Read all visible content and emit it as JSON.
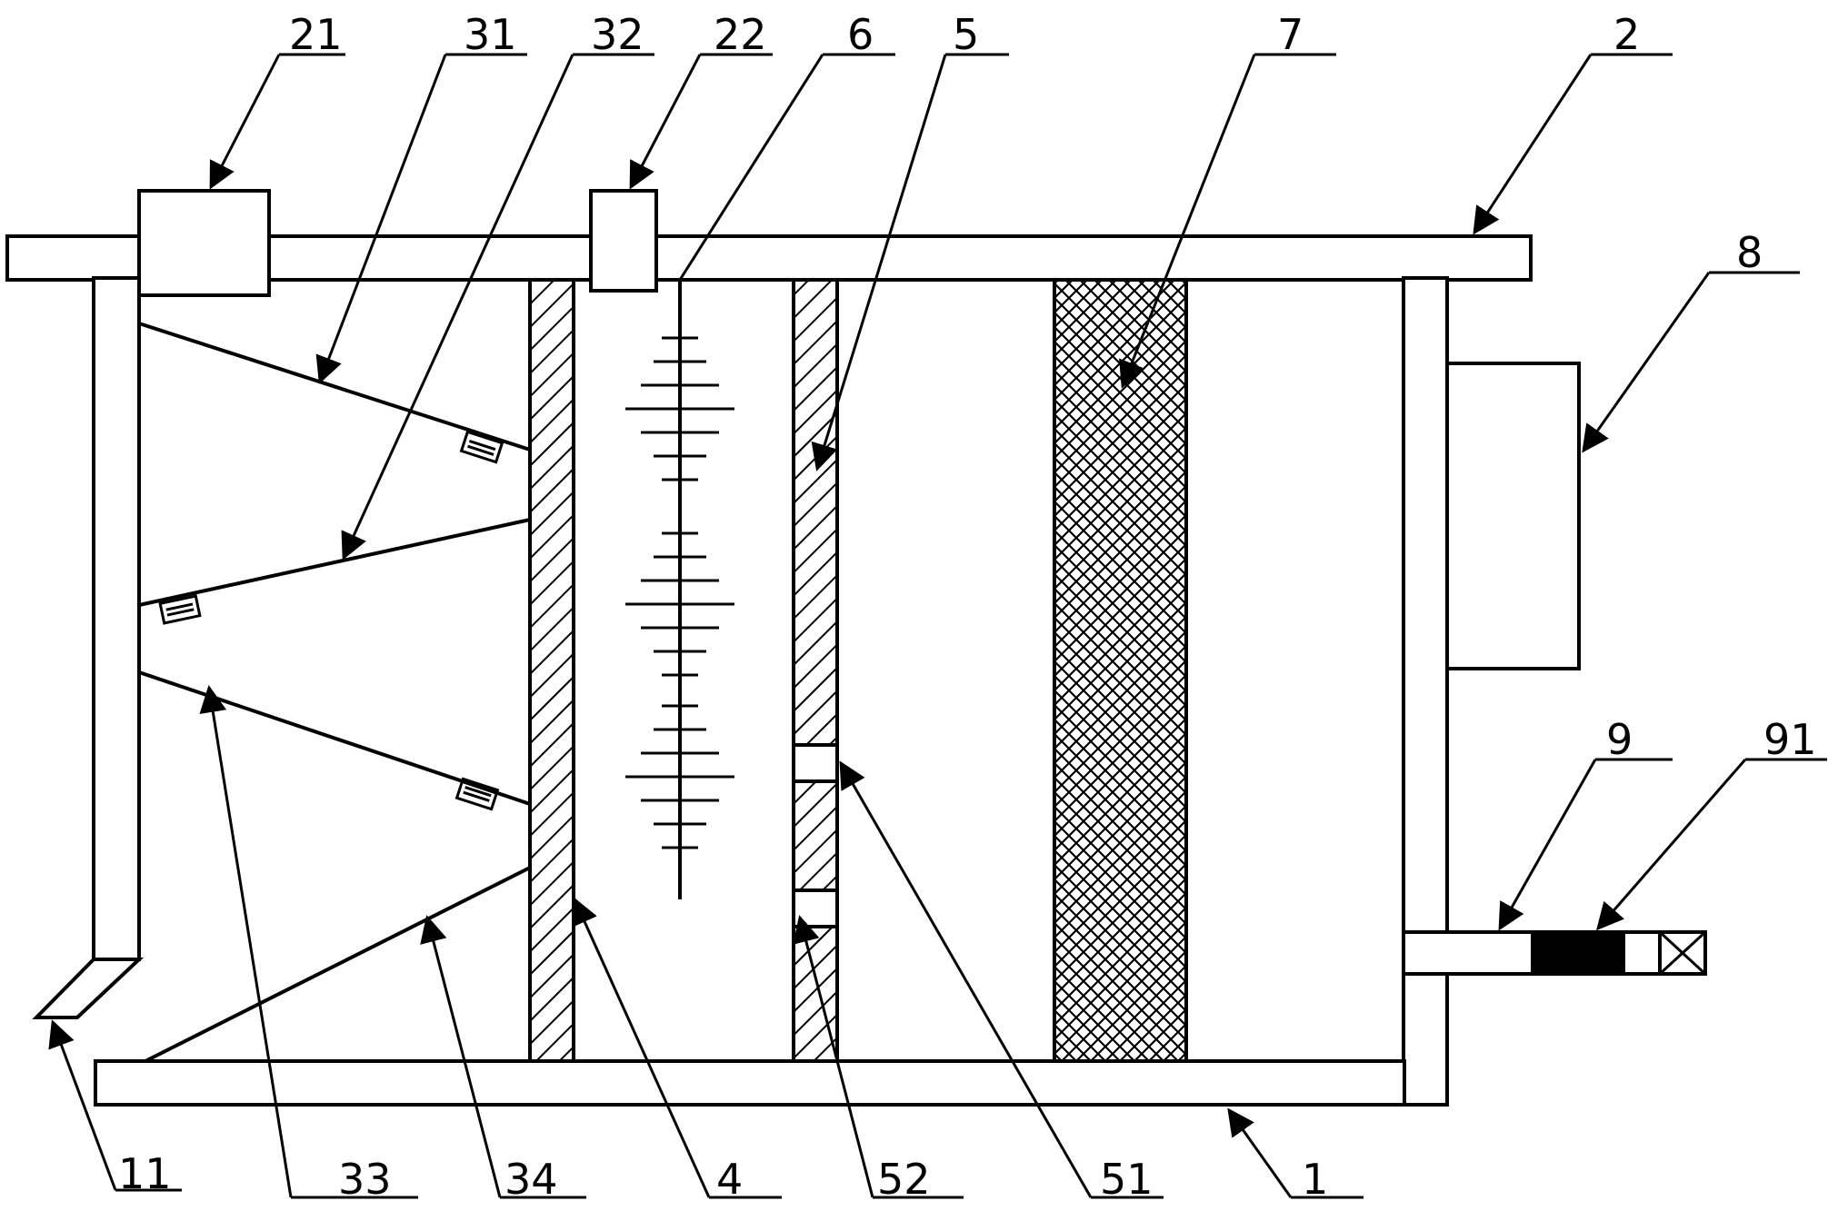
{
  "labels": {
    "top": [
      "21",
      "31",
      "32",
      "22",
      "6",
      "5",
      "7",
      "2",
      "8",
      "9",
      "91"
    ],
    "bottom": [
      "11",
      "33",
      "34",
      "4",
      "52",
      "51",
      "1"
    ]
  },
  "colors": {
    "line": "#000000",
    "background": "#ffffff",
    "filled_block": "#000000"
  }
}
